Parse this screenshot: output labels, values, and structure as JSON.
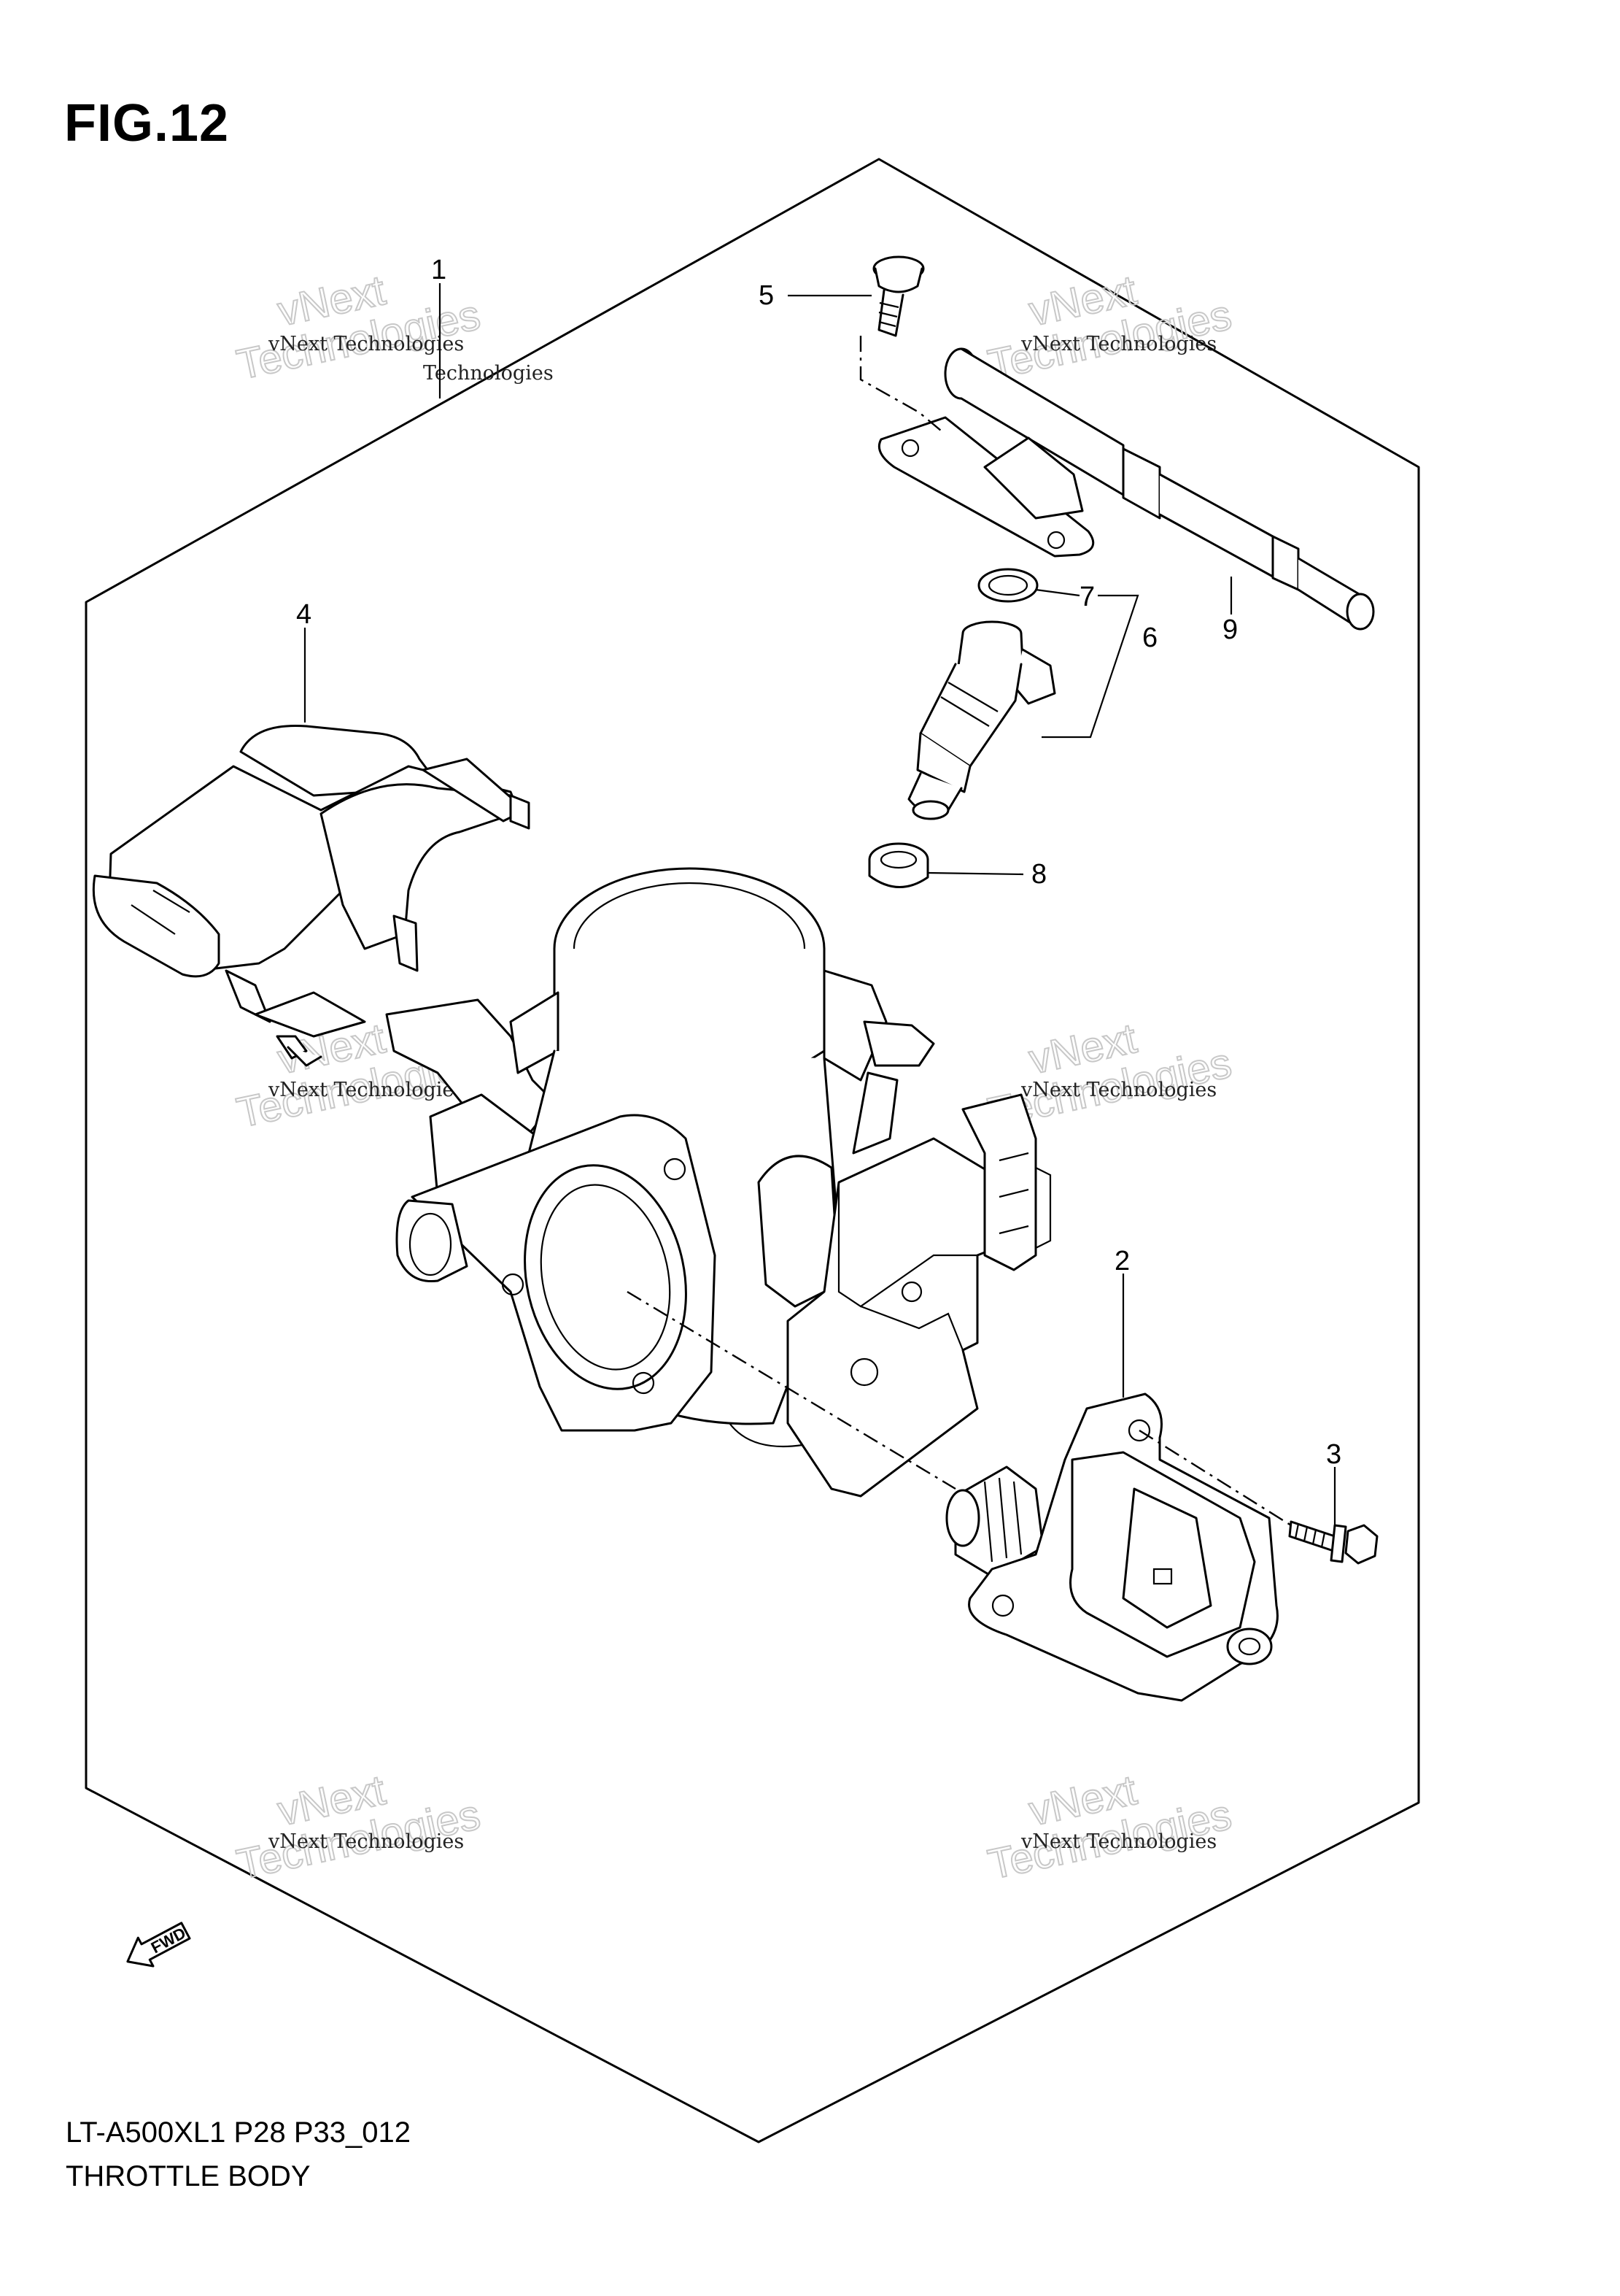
{
  "figure": {
    "title": "FIG.12"
  },
  "footer": {
    "model_code": "LT-A500XL1 P28 P33_012",
    "name": "THROTTLE BODY"
  },
  "callouts": [
    "1",
    "2",
    "3",
    "4",
    "5",
    "6",
    "7",
    "8",
    "9"
  ],
  "watermark": {
    "line1": "vNext Technologies",
    "line2": "Technologies",
    "line3": "vNext"
  },
  "direction_marker": {
    "label": "FWD"
  }
}
